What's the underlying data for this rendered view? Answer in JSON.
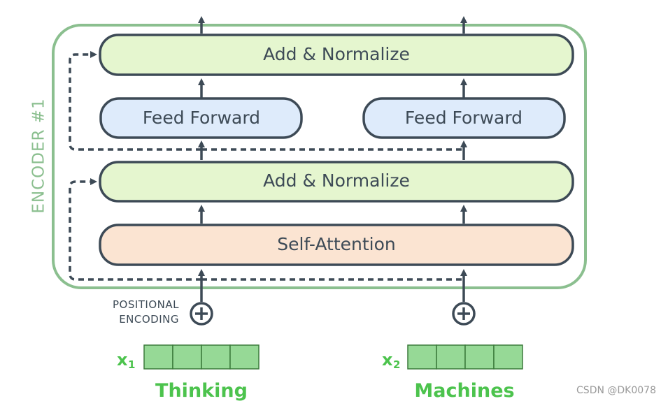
{
  "encoder": {
    "label": "ENCODER #1",
    "color": "#8bbf8f"
  },
  "layers": {
    "add_normalize_top": "Add & Normalize",
    "feed_forward_left": "Feed Forward",
    "feed_forward_right": "Feed Forward",
    "add_normalize_bottom": "Add & Normalize",
    "self_attention": "Self-Attention"
  },
  "positional_encoding": {
    "line1": "POSITIONAL",
    "line2": "ENCODING"
  },
  "inputs": [
    {
      "var": "x",
      "sub": "1",
      "word": "Thinking"
    },
    {
      "var": "x",
      "sub": "2",
      "word": "Machines"
    }
  ],
  "watermark": "CSDN @DK0078",
  "colors": {
    "add_normalize_fill": "#e5f6cf",
    "feed_forward_fill": "#deebfb",
    "self_attention_fill": "#fbe4d2",
    "box_stroke": "#3d4a56",
    "input_green": "#4cc34d",
    "vector_cell": "#96d996",
    "vector_stroke": "#3b7a3b"
  }
}
